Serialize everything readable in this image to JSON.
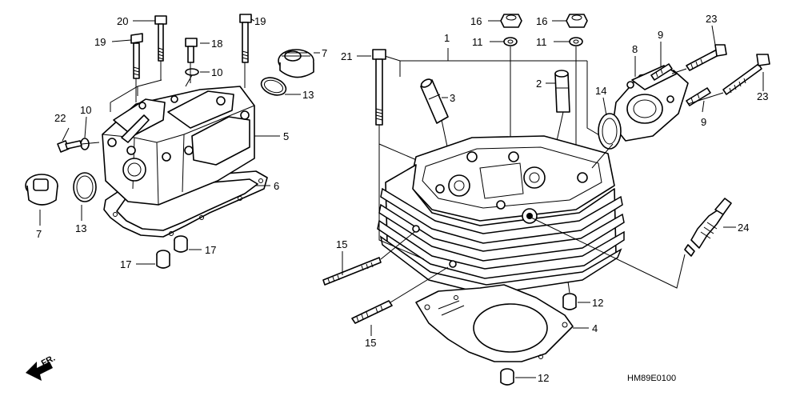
{
  "diagram": {
    "drawing_code": "HM89E0100",
    "direction_label": "FR.",
    "callouts": [
      {
        "label": "20"
      },
      {
        "label": "19"
      },
      {
        "label": "19"
      },
      {
        "label": "18"
      },
      {
        "label": "10"
      },
      {
        "label": "7"
      },
      {
        "label": "13"
      },
      {
        "label": "22"
      },
      {
        "label": "10"
      },
      {
        "label": "5"
      },
      {
        "label": "6"
      },
      {
        "label": "7"
      },
      {
        "label": "13"
      },
      {
        "label": "17"
      },
      {
        "label": "17"
      },
      {
        "label": "16"
      },
      {
        "label": "16"
      },
      {
        "label": "11"
      },
      {
        "label": "11"
      },
      {
        "label": "1"
      },
      {
        "label": "21"
      },
      {
        "label": "3"
      },
      {
        "label": "2"
      },
      {
        "label": "23"
      },
      {
        "label": "9"
      },
      {
        "label": "8"
      },
      {
        "label": "23"
      },
      {
        "label": "14"
      },
      {
        "label": "9"
      },
      {
        "label": "24"
      },
      {
        "label": "15"
      },
      {
        "label": "15"
      },
      {
        "label": "12"
      },
      {
        "label": "4"
      },
      {
        "label": "12"
      }
    ]
  }
}
